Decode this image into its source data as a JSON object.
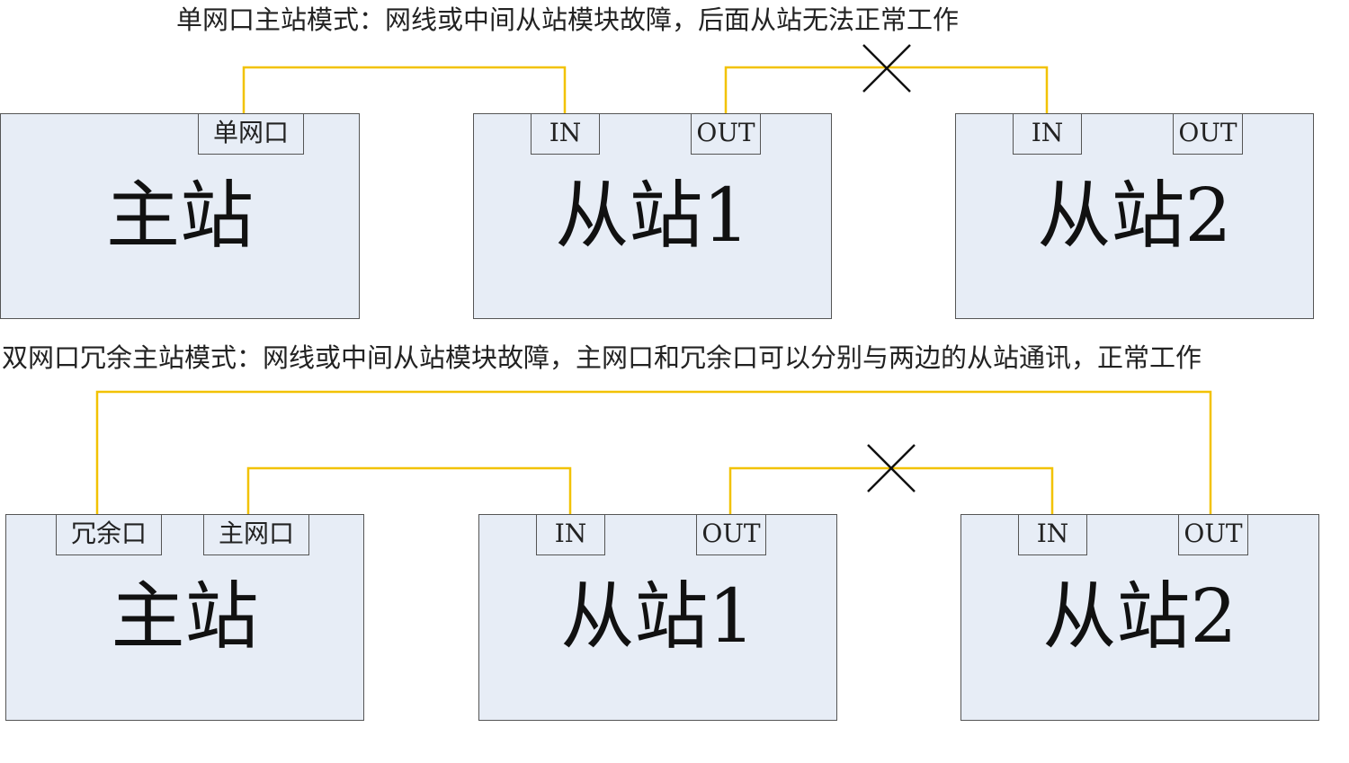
{
  "colors": {
    "wire": "#f2c200",
    "box_fill": "#e7edf6",
    "border": "#555555",
    "fault_mark": "#111111"
  },
  "diagram_single": {
    "caption": "单网口主站模式：网线或中间从站模块故障，后面从站无法正常工作",
    "master": {
      "label": "主站",
      "port": "单网口"
    },
    "slave1": {
      "label": "从站1",
      "port_in": "IN",
      "port_out": "OUT"
    },
    "slave2": {
      "label": "从站2",
      "port_in": "IN",
      "port_out": "OUT"
    }
  },
  "diagram_redundant": {
    "caption": "双网口冗余主站模式：网线或中间从站模块故障，主网口和冗余口可以分别与两边的从站通讯，正常工作",
    "master": {
      "label": "主站",
      "port_redundant": "冗余口",
      "port_main": "主网口"
    },
    "slave1": {
      "label": "从站1",
      "port_in": "IN",
      "port_out": "OUT"
    },
    "slave2": {
      "label": "从站2",
      "port_in": "IN",
      "port_out": "OUT"
    }
  }
}
